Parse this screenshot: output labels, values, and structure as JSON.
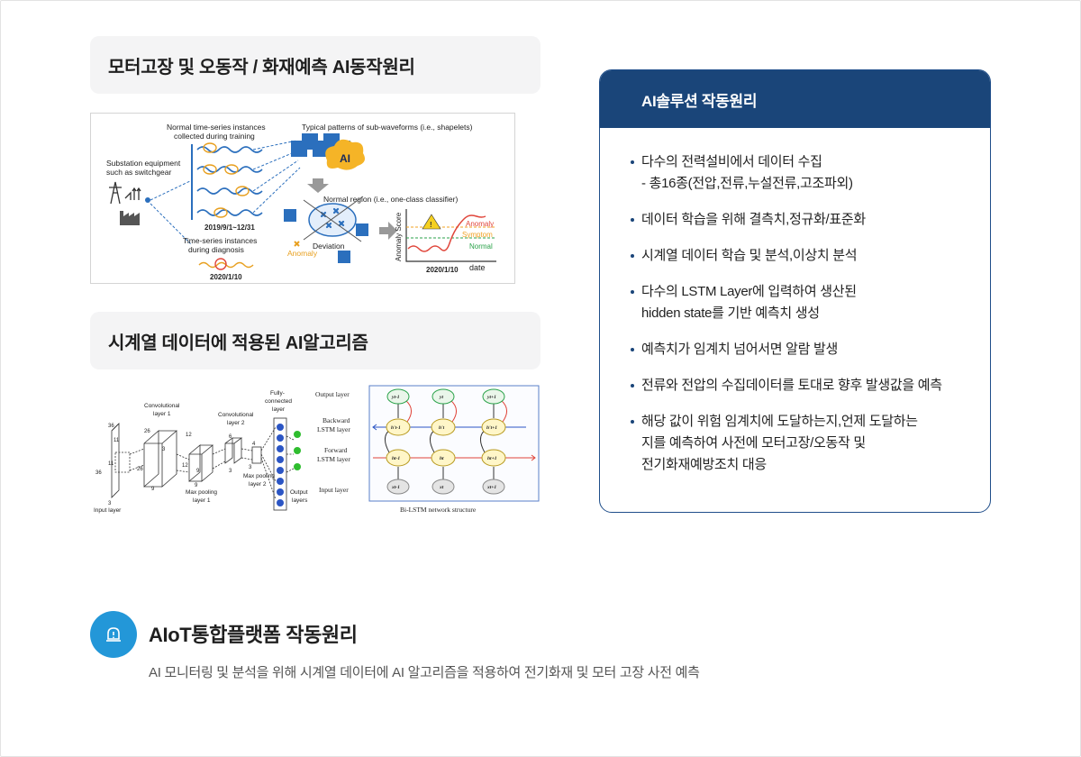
{
  "sections": {
    "principle_title": "모터고장 및 오동작 / 화재예측 AI동작원리",
    "algorithm_title": "시계열 데이터에 적용된 AI알고리즘"
  },
  "diagram1": {
    "normal_instances": "Normal time-series instances",
    "collected": "collected during training",
    "typical_patterns": "Typical patterns of sub-waveforms (i.e., shapelets)",
    "substation": "Substation equipment",
    "switchgear": "such as switchgear",
    "ai": "AI",
    "normal_region": "Normal region (i.e., one-class classifier)",
    "train_date": "2019/9/1~12/31",
    "ts_instances": "Time-series instances",
    "during_diagnosis": "during diagnosis",
    "deviation": "Deviation",
    "anomaly_left": "Anomaly",
    "diag_date": "2020/1/10",
    "score_axis": "Anomaly Score",
    "chart_date": "2020/1/10",
    "date_axis": "date",
    "legend_anomaly": "Anomaly",
    "legend_symptom": "Symptom",
    "legend_normal": "Normal"
  },
  "diagram2": {
    "conv1": "Convolutional",
    "conv1b": "layer 1",
    "conv2": "Convolutional",
    "conv2b": "layer 2",
    "fc1": "Fully-",
    "fc2": "connected",
    "fc3": "layer",
    "pool1": "Max pooling",
    "pool1b": "layer 1",
    "pool2": "Max pooling",
    "pool2b": "layer 2",
    "output_layers": "Output",
    "output_layers_b": "layers",
    "input_layer": "Input layer",
    "dim36a": "36",
    "dim36b": "36",
    "dim3": "3",
    "dim11a": "11",
    "dim11b": "11",
    "dim26a": "26",
    "dim26b": "26",
    "dim12a": "12",
    "dim12b": "12",
    "dim9a": "9",
    "dim9b": "9",
    "dim3b": "3",
    "dim3c": "3",
    "dim6": "6",
    "dim3d": "3",
    "dim4": "4",
    "dim9c": "9",
    "lstm_output": "Output layer",
    "lstm_backward": "Backward",
    "lstm_backward_b": "LSTM layer",
    "lstm_forward": "Forward",
    "lstm_forward_b": "LSTM layer",
    "lstm_input": "Input layer",
    "lstm_caption": "Bi-LSTM network structure",
    "y_prev": "yt-1",
    "y_t": "yt",
    "y_next": "yt+1",
    "hb_prev": "h't-1",
    "hb_t": "h't",
    "hb_next": "h't+1",
    "hf_prev": "ht-1",
    "hf_t": "ht",
    "hf_next": "ht+1",
    "x_prev": "xt-1",
    "x_t": "xt",
    "x_next": "xt+1"
  },
  "card": {
    "title": "AI솔루션 작동원리",
    "items": [
      [
        "다수의 전력설비에서 데이터 수집",
        "- 총16종(전압,전류,누설전류,고조파외)"
      ],
      [
        "데이터 학습을 위해 결측치,정규화/표준화"
      ],
      [
        "시계열 데이터 학습 및 분석,이상치 분석"
      ],
      [
        "다수의 LSTM Layer에 입력하여 생산된",
        "hidden state를 기반 예측치 생성"
      ],
      [
        "예측치가 임계치 넘어서면 알람 발생"
      ],
      [
        "전류와 전압의 수집데이터를 토대로 향후 발생값을 예측"
      ],
      [
        "해당 값이 위험 임계치에 도달하는지,언제 도달하는",
        "지를 예측하여 사전에 모터고장/오동작 및",
        "전기화재예방조치 대응"
      ]
    ]
  },
  "footer": {
    "title": "AIoT통합플랫폼 작동원리",
    "description": "AI 모니터링 및 분석을 위해 시계열 데이터에 AI 알고리즘을 적용하여 전기화재 및 모터 고장 사전 예측"
  },
  "colors": {
    "card_header": "#1a4579",
    "accent_blue": "#2397d8",
    "anomaly_red": "#e0453a",
    "symptom_orange": "#f0a020",
    "normal_green": "#2aa24a"
  }
}
